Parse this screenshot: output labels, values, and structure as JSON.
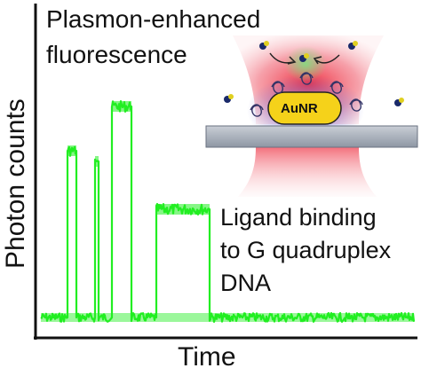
{
  "title": {
    "line1": "Plasmon-enhanced",
    "line2": "fluorescence"
  },
  "axes": {
    "ylabel": "Photon counts",
    "xlabel": "Time"
  },
  "annotation": {
    "line1": "Ligand binding",
    "line2": "to G quadruplex",
    "line3": "DNA"
  },
  "inset": {
    "particle_label": "AuNR"
  },
  "colors": {
    "trace": "#22ee22",
    "axis": "#111111",
    "beam": "#ee2233",
    "substrate": "#a8b0bc",
    "particle": "#f5d21a"
  }
}
